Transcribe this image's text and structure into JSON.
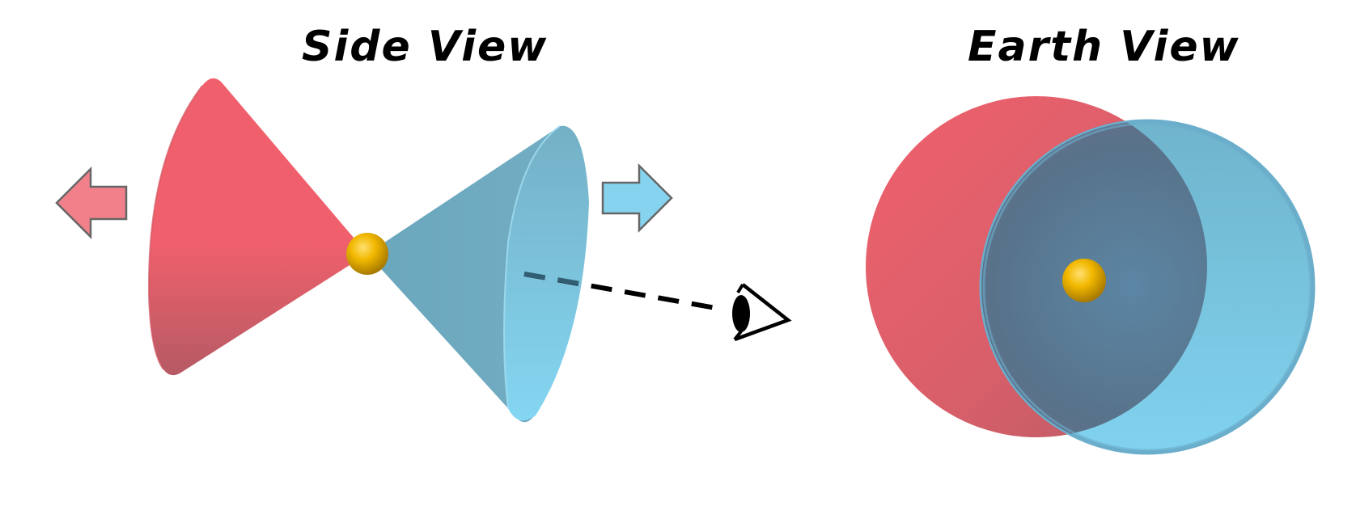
{
  "panels": {
    "side": {
      "title": "Side View"
    },
    "earth": {
      "title": "Earth View"
    }
  },
  "colors": {
    "red_cone": "#f0606c",
    "red_cone_dark": "#b65a64",
    "blue_cone": "#7fd1ee",
    "blue_cone_dark": "#6aa6bc",
    "overlap": "#56708a",
    "source_core": "#f2b800",
    "line_of_sight": "#000000",
    "arrow_red": "#f2808a",
    "arrow_blue": "#86d3ef",
    "arrow_outline": "#666666"
  },
  "elements": {
    "red_jet": {
      "label": "",
      "direction": "left"
    },
    "blue_jet": {
      "label": "",
      "direction": "right"
    },
    "central_source": {
      "label": ""
    },
    "observer": {
      "icon": "eye-icon"
    }
  }
}
